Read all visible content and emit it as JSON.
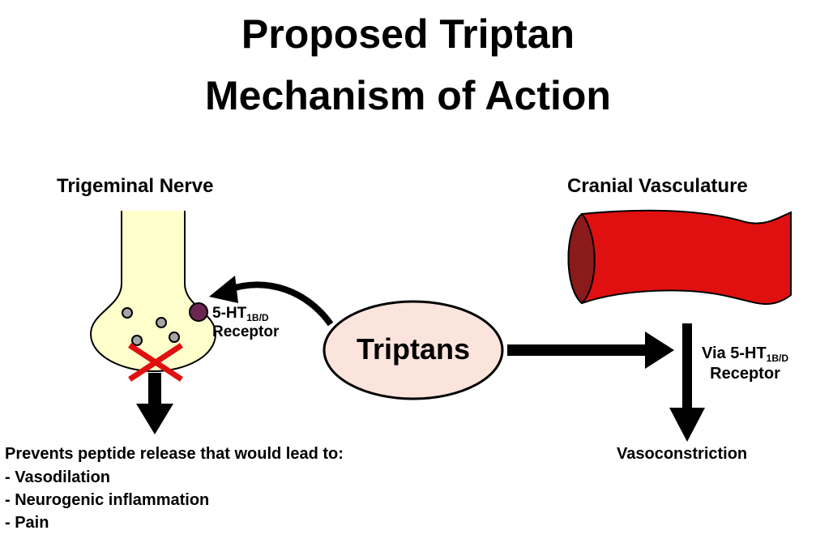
{
  "title": {
    "line1": "Proposed Triptan",
    "line2": "Mechanism of Action"
  },
  "left": {
    "heading": "Trigeminal Nerve",
    "receptor_prefix": "5-HT",
    "receptor_sub": "1B/D",
    "receptor_word": "Receptor",
    "outcome_lead": "Prevents peptide release that would lead to:",
    "outcome_items": [
      "- Vasodilation",
      "- Neurogenic inflammation",
      "- Pain"
    ]
  },
  "center": {
    "drug": "Triptans"
  },
  "right": {
    "heading": "Cranial Vasculature",
    "via_prefix": "Via 5-HT",
    "via_sub": "1B/D",
    "via_word": "Receptor",
    "outcome": "Vasoconstriction"
  },
  "colors": {
    "nerve_fill": "#ffffcc",
    "vessel_fill": "#e01010",
    "vessel_opening": "#8b1a1a",
    "receptor": "#6b2652",
    "vesicle": "#a6a6a6",
    "block_x": "#e01010",
    "drug_fill": "#fbe4dc"
  }
}
